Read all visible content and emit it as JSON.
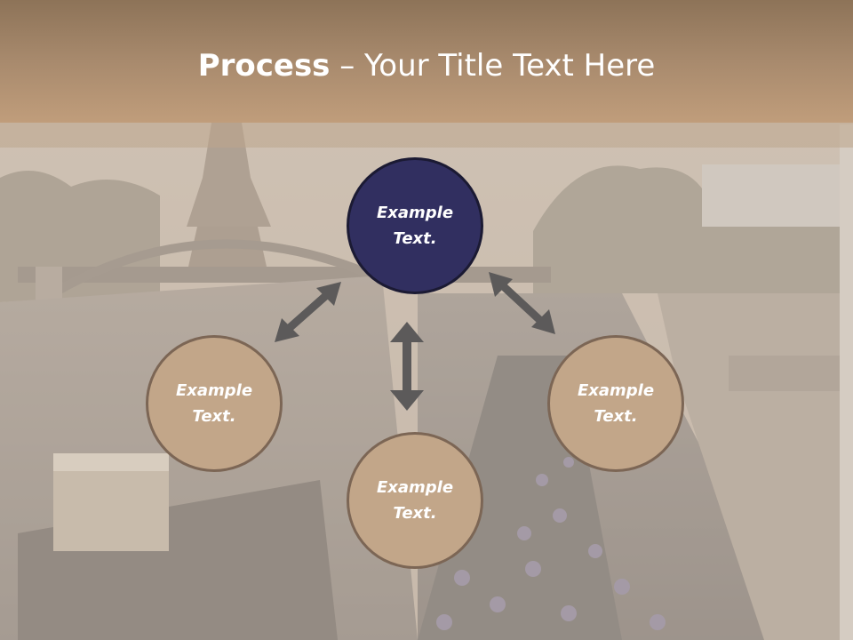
{
  "title": {
    "bold": "Process",
    "rest": " – Your Title Text Here"
  },
  "nodes": {
    "top": "Example Text.",
    "left": "Example Text.",
    "right": "Example Text.",
    "bottom": "Example Text."
  },
  "colors": {
    "title_band": "#a88a6d",
    "node_primary": "#312f60",
    "node_secondary": "#c2a689",
    "node_secondary_border": "#7c6655",
    "arrow": "#5c5a5a"
  }
}
